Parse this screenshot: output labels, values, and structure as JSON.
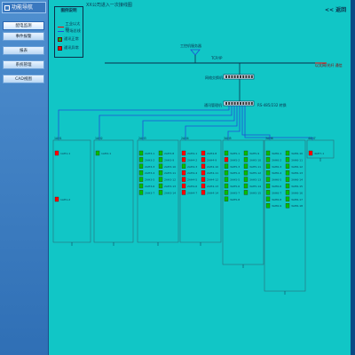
{
  "sidebar": {
    "title": "功能导航",
    "items": [
      {
        "label": "配电监测"
      },
      {
        "label": "事件报警"
      },
      {
        "label": "报表"
      },
      {
        "label": "系统管理"
      },
      {
        "label": "CAD视图"
      }
    ]
  },
  "header": {
    "title": "XX公司进入一次接线图",
    "back_label": "<< 返回"
  },
  "legend": {
    "title": "图例说明",
    "items": [
      {
        "label": "工业以太网",
        "color": "#ff0000"
      },
      {
        "label": "现场总线",
        "color": "#1f4fd6"
      },
      {
        "label": "通讯正常",
        "color": "#00c000"
      },
      {
        "label": "通讯异常",
        "color": "#ff0000"
      }
    ]
  },
  "diagram": {
    "label_server": "工控机服务器",
    "label_bus": "TCP/IP",
    "label_ethernet_right": "以太网/光纤 通信",
    "label_switch": "网络交换机",
    "label_converter": "通讯管理机",
    "label_converter_right": "RS-485/232 转换",
    "colors": {
      "bg": "#11c6c6",
      "red": "#ff0000",
      "green": "#00c000",
      "blue": "#1f4fd6",
      "box": "#0b2f4a"
    },
    "cabinets": [
      {
        "id": "cab1",
        "name": "1AH1",
        "devices": [
          {
            "status": "red",
            "label": "1AH1-1"
          },
          {
            "status": "red",
            "label": "1AH1-2"
          }
        ]
      },
      {
        "id": "cab2",
        "name": "1AH2",
        "devices": [
          {
            "status": "green",
            "label": "1AH2-1"
          }
        ]
      },
      {
        "id": "cab3",
        "name": "2AH3",
        "devices": [
          {
            "status": "green",
            "label": "2AH3-1"
          },
          {
            "status": "green",
            "label": "2AH3-2"
          },
          {
            "status": "green",
            "label": "2AH3-3"
          },
          {
            "status": "green",
            "label": "2AH3-4"
          },
          {
            "status": "green",
            "label": "2AH3-5"
          },
          {
            "status": "green",
            "label": "2AH3-6"
          },
          {
            "status": "green",
            "label": "2AH3-7"
          },
          {
            "status": "green",
            "label": "2AH3-8"
          },
          {
            "status": "green",
            "label": "2AH3-9"
          },
          {
            "status": "green",
            "label": "2AH3-10"
          },
          {
            "status": "green",
            "label": "2AH3-11"
          },
          {
            "status": "green",
            "label": "2AH3-12"
          },
          {
            "status": "green",
            "label": "2AH3-13"
          },
          {
            "status": "green",
            "label": "2AH3-14"
          }
        ]
      },
      {
        "id": "cab4",
        "name": "2AH4",
        "devices": [
          {
            "status": "red",
            "label": "2AH4-1"
          },
          {
            "status": "red",
            "label": "2AH4-2"
          },
          {
            "status": "green",
            "label": "2AH4-3"
          },
          {
            "status": "red",
            "label": "2AH4-4"
          },
          {
            "status": "red",
            "label": "2AH4-5"
          },
          {
            "status": "red",
            "label": "2AH4-6"
          },
          {
            "status": "red",
            "label": "2AH4-7"
          },
          {
            "status": "red",
            "label": "2AH4-8"
          },
          {
            "status": "red",
            "label": "2AH4-9"
          },
          {
            "status": "red",
            "label": "2AH4-10"
          },
          {
            "status": "red",
            "label": "2AH4-11"
          },
          {
            "status": "red",
            "label": "2AH4-12"
          },
          {
            "status": "red",
            "label": "2AH4-13"
          },
          {
            "status": "red",
            "label": "2AH4-14"
          }
        ]
      },
      {
        "id": "cab5",
        "name": "3AH5",
        "devices": [
          {
            "status": "green",
            "label": "3AH5-1"
          },
          {
            "status": "red",
            "label": "3AH5-2"
          },
          {
            "status": "green",
            "label": "3AH5-3"
          },
          {
            "status": "green",
            "label": "3AH5-4"
          },
          {
            "status": "green",
            "label": "3AH5-5"
          },
          {
            "status": "green",
            "label": "3AH5-6"
          },
          {
            "status": "green",
            "label": "3AH5-7"
          },
          {
            "status": "green",
            "label": "3AH5-8"
          },
          {
            "status": "green",
            "label": "3AH5-9"
          },
          {
            "status": "green",
            "label": "3AH5-10"
          },
          {
            "status": "green",
            "label": "3AH5-11"
          },
          {
            "status": "green",
            "label": "3AH5-12"
          },
          {
            "status": "green",
            "label": "3AH5-13"
          },
          {
            "status": "green",
            "label": "3AH5-14"
          },
          {
            "status": "green",
            "label": "3AH5-15"
          }
        ]
      },
      {
        "id": "cab6",
        "name": "3AH6",
        "devices": [
          {
            "status": "green",
            "label": "3AH6-1"
          },
          {
            "status": "green",
            "label": "3AH6-2"
          },
          {
            "status": "green",
            "label": "3AH6-3"
          },
          {
            "status": "green",
            "label": "3AH6-4"
          },
          {
            "status": "green",
            "label": "3AH6-5"
          },
          {
            "status": "green",
            "label": "3AH6-6"
          },
          {
            "status": "green",
            "label": "3AH6-7"
          },
          {
            "status": "green",
            "label": "3AH6-8"
          },
          {
            "status": "green",
            "label": "3AH6-9"
          },
          {
            "status": "green",
            "label": "3AH6-10"
          },
          {
            "status": "green",
            "label": "3AH6-11"
          },
          {
            "status": "green",
            "label": "3AH6-12"
          },
          {
            "status": "green",
            "label": "3AH6-13"
          },
          {
            "status": "green",
            "label": "3AH6-14"
          },
          {
            "status": "green",
            "label": "3AH6-15"
          },
          {
            "status": "green",
            "label": "3AH6-16"
          },
          {
            "status": "green",
            "label": "3AH6-17"
          },
          {
            "status": "green",
            "label": "3AH6-18"
          }
        ]
      },
      {
        "id": "cab7",
        "name": "4AH7",
        "devices": [
          {
            "status": "red",
            "label": "4AH7-1"
          }
        ]
      }
    ]
  }
}
